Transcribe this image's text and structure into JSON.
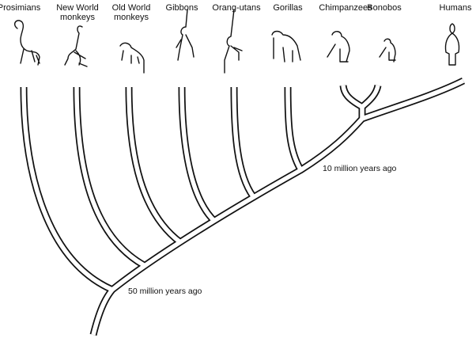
{
  "taxa": [
    {
      "label": "Prosimians",
      "icon": "lemur-icon"
    },
    {
      "label": "New World\nmonkeys",
      "icon": "spider-monkey-icon"
    },
    {
      "label": "Old World\nmonkeys",
      "icon": "monkey-icon"
    },
    {
      "label": "Gibbons",
      "icon": "gibbon-icon"
    },
    {
      "label": "Orang-utans",
      "icon": "orangutan-icon"
    },
    {
      "label": "Gorillas",
      "icon": "gorilla-icon"
    },
    {
      "label": "Chimpanzees",
      "icon": "chimpanzee-icon"
    },
    {
      "label": "Bonobos",
      "icon": "bonobo-icon"
    },
    {
      "label": "Humans",
      "icon": "human-icon"
    }
  ],
  "annotations": {
    "recent": "10 million years ago",
    "ancient": "50 million years ago"
  }
}
